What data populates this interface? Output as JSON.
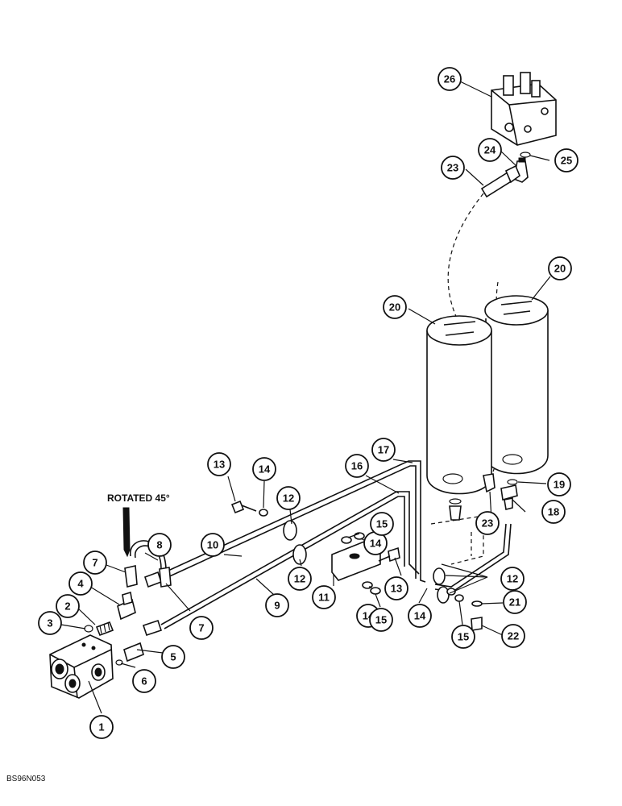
{
  "note": "ROTATED 45°",
  "figure_code": "BS96N053",
  "callouts": [
    {
      "label": "1"
    },
    {
      "label": "2"
    },
    {
      "label": "3"
    },
    {
      "label": "4"
    },
    {
      "label": "5"
    },
    {
      "label": "6"
    },
    {
      "label": "7"
    },
    {
      "label": "7"
    },
    {
      "label": "8"
    },
    {
      "label": "9"
    },
    {
      "label": "10"
    },
    {
      "label": "11"
    },
    {
      "label": "12"
    },
    {
      "label": "12"
    },
    {
      "label": "12"
    },
    {
      "label": "13"
    },
    {
      "label": "13"
    },
    {
      "label": "14"
    },
    {
      "label": "14"
    },
    {
      "label": "14"
    },
    {
      "label": "14"
    },
    {
      "label": "15"
    },
    {
      "label": "15"
    },
    {
      "label": "15"
    },
    {
      "label": "16"
    },
    {
      "label": "17"
    },
    {
      "label": "18"
    },
    {
      "label": "19"
    },
    {
      "label": "20"
    },
    {
      "label": "20"
    },
    {
      "label": "21"
    },
    {
      "label": "22"
    },
    {
      "label": "23"
    },
    {
      "label": "23"
    },
    {
      "label": "24"
    },
    {
      "label": "25"
    },
    {
      "label": "26"
    }
  ]
}
